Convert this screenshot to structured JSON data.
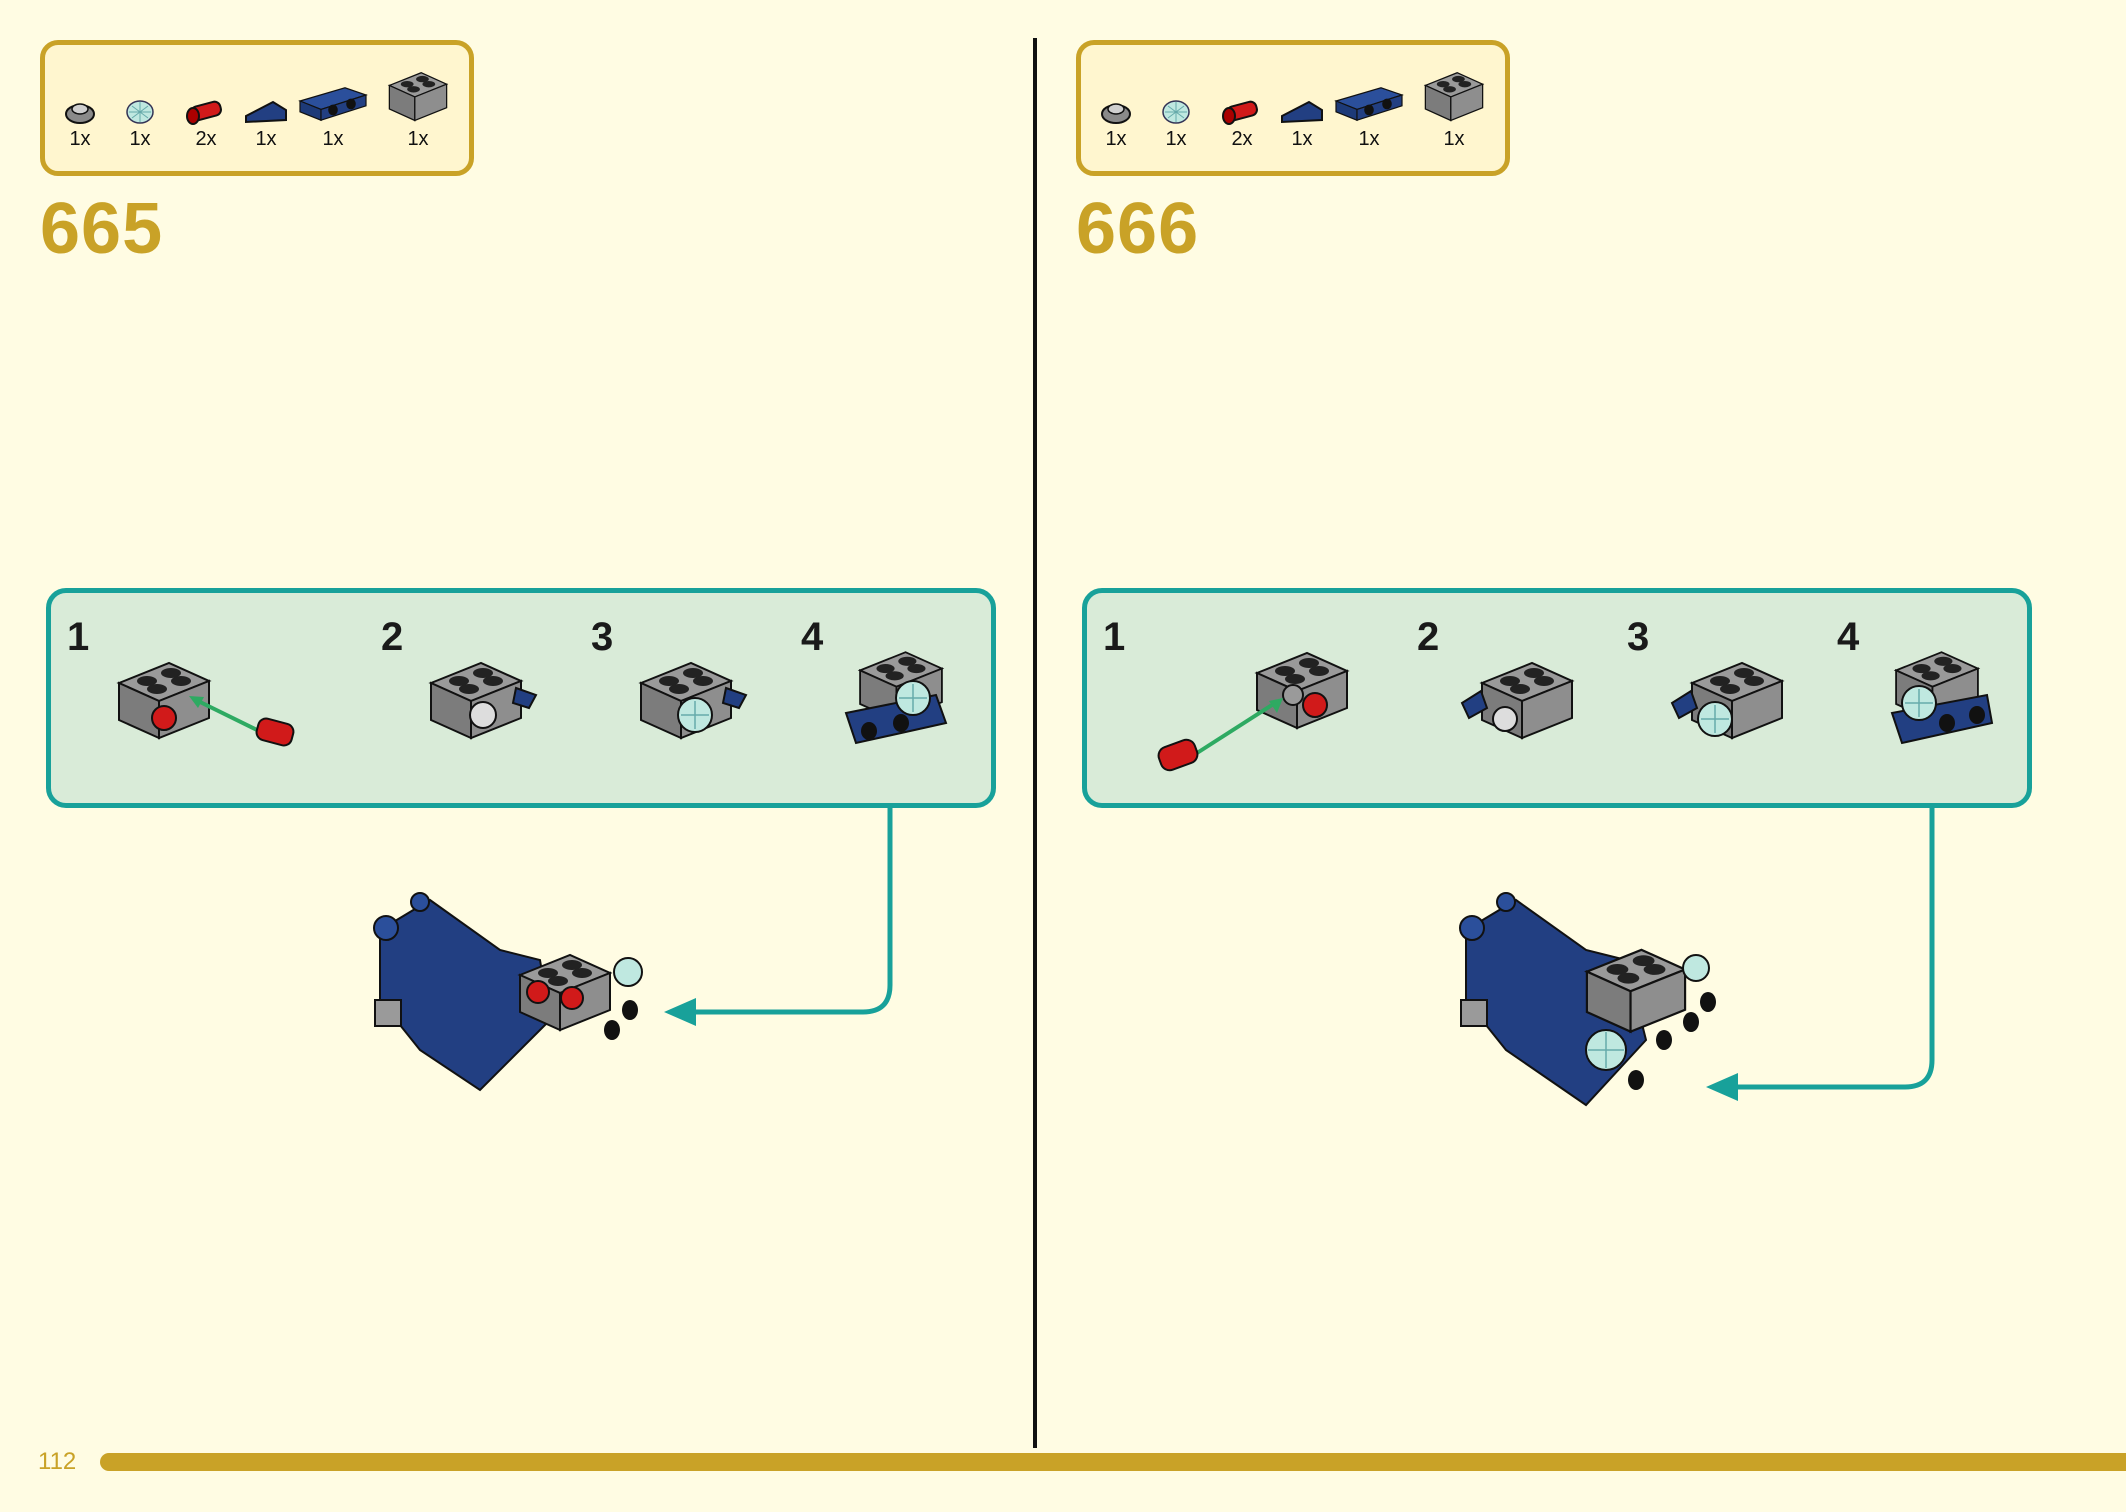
{
  "page_number": "112",
  "colors": {
    "background": "#fffce3",
    "accent_gold": "#c9a227",
    "callout_teal": "#18a19a",
    "callout_fill": "#d9ebd8",
    "brick_gray": "#8a8a8a",
    "brick_blue": "#1f3a78",
    "brick_red": "#d11a1a",
    "trans_light_blue": "#bfe8e0"
  },
  "steps": [
    {
      "number": "665",
      "parts": [
        {
          "icon": "gray-round-plate-icon",
          "qty": "1x"
        },
        {
          "icon": "trans-clear-dish-icon",
          "qty": "1x"
        },
        {
          "icon": "red-pin-icon",
          "qty": "2x"
        },
        {
          "icon": "blue-wedge-plate-icon",
          "qty": "1x"
        },
        {
          "icon": "blue-bracket-plate-icon",
          "qty": "1x"
        },
        {
          "icon": "gray-technic-brick-icon",
          "qty": "1x"
        }
      ],
      "substeps": [
        "1",
        "2",
        "3",
        "4"
      ]
    },
    {
      "number": "666",
      "parts": [
        {
          "icon": "gray-round-plate-icon",
          "qty": "1x"
        },
        {
          "icon": "trans-clear-dish-icon",
          "qty": "1x"
        },
        {
          "icon": "red-pin-icon",
          "qty": "2x"
        },
        {
          "icon": "blue-wedge-plate-icon",
          "qty": "1x"
        },
        {
          "icon": "blue-bracket-plate-icon",
          "qty": "1x"
        },
        {
          "icon": "gray-technic-brick-icon",
          "qty": "1x"
        }
      ],
      "substeps": [
        "1",
        "2",
        "3",
        "4"
      ]
    }
  ]
}
